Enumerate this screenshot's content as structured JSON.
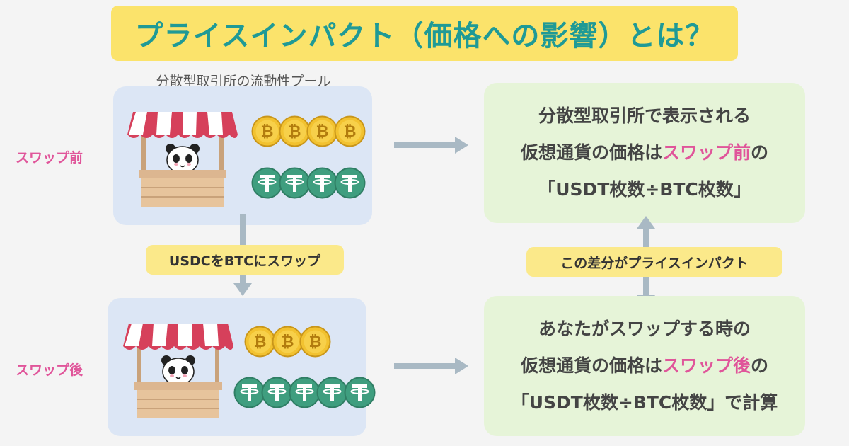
{
  "title": "プライスインパクト（価格への影響）とは？",
  "pool_label": "分散型取引所の流動性プール",
  "before": {
    "label": "スワップ前",
    "btc_count": 4,
    "usdt_count": 4
  },
  "after": {
    "label": "スワップ後",
    "btc_count": 3,
    "usdt_count": 5
  },
  "swap_label": "USDCをBTCにスワップ",
  "diff_label": "この差分がプライスインパクト",
  "box_top": {
    "line1": "分散型取引所で表示される",
    "line2_a": "仮想通貨の価格は",
    "line2_b": "スワップ前",
    "line2_c": "の",
    "line3": "「USDT枚数÷BTC枚数」"
  },
  "box_bottom": {
    "line1": "あなたがスワップする時の",
    "line2_a": "仮想通貨の価格は",
    "line2_b": "スワップ後",
    "line2_c": "の",
    "line3": "「USDT枚数÷BTC枚数」で計算"
  },
  "colors": {
    "title_text": "#1f9a96",
    "title_bg": "#fbe36b",
    "accent_pink": "#e0559a",
    "btc": "#f2c230",
    "usdt": "#3f9e7f",
    "arrow": "#a9b9c4"
  },
  "icons": [
    "stall-icon",
    "panda-icon",
    "bitcoin-icon",
    "tether-icon",
    "arrow-right-icon",
    "arrow-down-icon",
    "double-arrow-icon"
  ]
}
